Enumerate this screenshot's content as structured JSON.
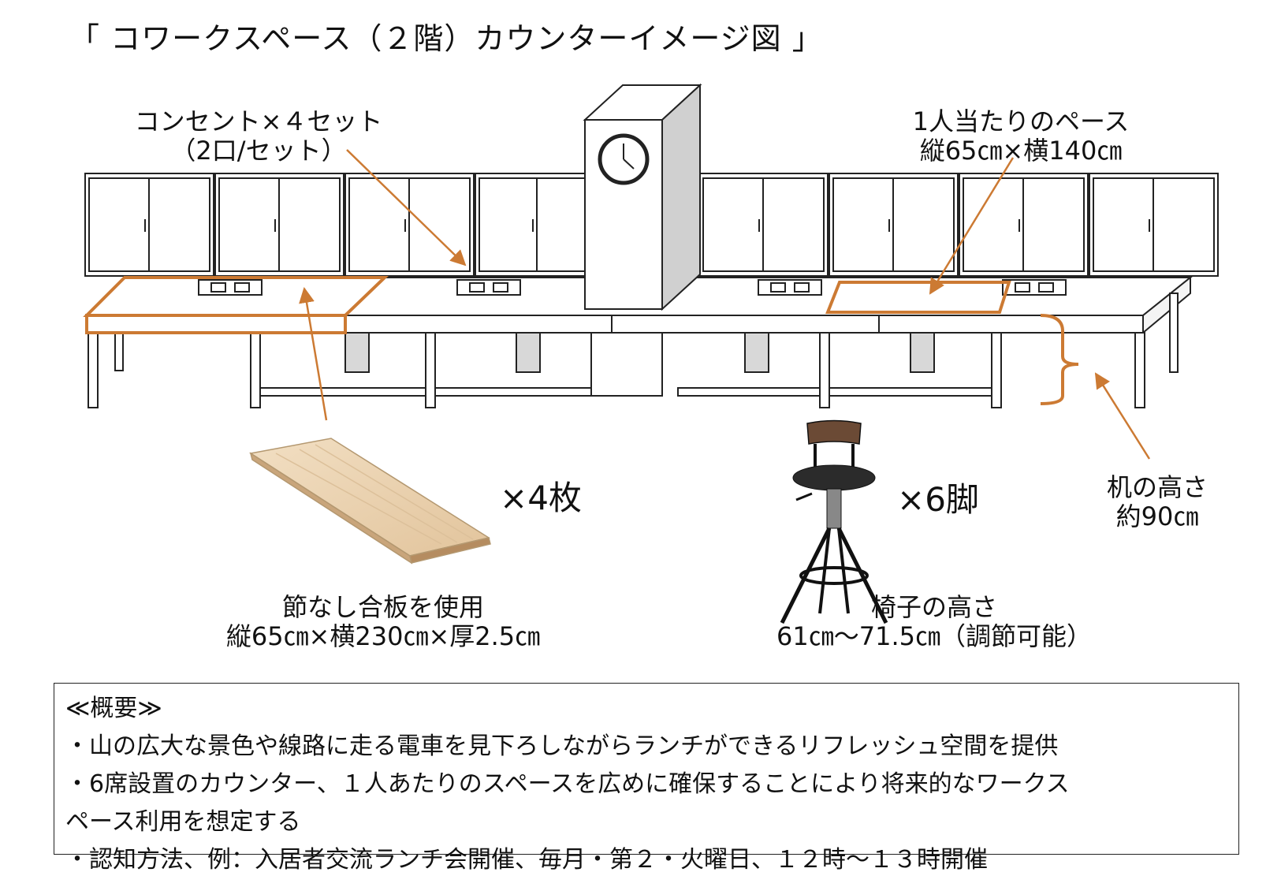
{
  "title": "「 コワークスペース（２階）カウンターイメージ図 」",
  "labels": {
    "outlet_line1": "コンセント×４セット",
    "outlet_line2": "（2口/セット）",
    "space_line1": "1人当たりのペース",
    "space_line2": "縦65㎝×横140㎝",
    "board_count": "×4枚",
    "chair_count": "×6脚",
    "desk_height_line1": "机の高さ",
    "desk_height_line2": "約90㎝",
    "board_desc_line1": "節なし合板を使用",
    "board_desc_line2": "縦65㎝×横230㎝×厚2.5㎝",
    "chair_height_line1": "椅子の高さ",
    "chair_height_line2": "61㎝〜71.5㎝（調節可能）"
  },
  "summary": {
    "heading": "≪概要≫",
    "line1": "・山の広大な景色や線路に走る電車を見下ろしながらランチができるリフレッシュ空間を提供",
    "line2": "・6席設置のカウンター、１人あたりのスペースを広めに確保することにより将来的なワークス",
    "line3": "ペース利用を想定する",
    "line4": "・認知方法、例：入居者交流ランチ会開催、毎月・第２・火曜日、１２時〜１３時開催"
  },
  "colors": {
    "accent": "#cc7a33",
    "line": "#222222",
    "wood": "#e8cfae",
    "seat": "#2b2b2b",
    "backrest": "#6b4a35"
  }
}
